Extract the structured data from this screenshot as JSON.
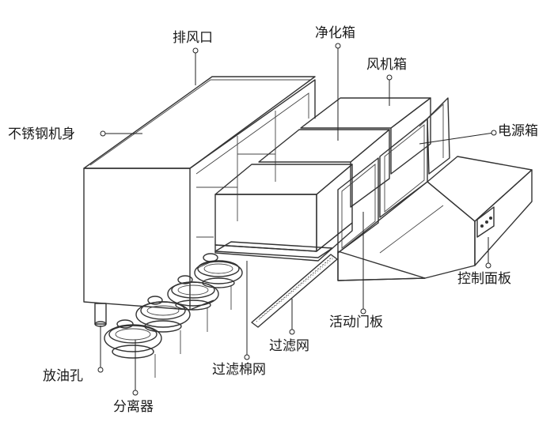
{
  "labels": {
    "exhaust_port": "排风口",
    "purify_box": "净化箱",
    "fan_box": "风机箱",
    "stainless_body": "不锈钢机身",
    "power_box": "电源箱",
    "control_panel": "控制面板",
    "movable_door": "活动门板",
    "filter_mesh": "过滤网",
    "filter_cotton": "过滤棉网",
    "drain_hole": "放油孔",
    "separator": "分离器"
  },
  "colors": {
    "fill_light": "#f2f2f2",
    "fill_mid": "#e6e6e6",
    "fill_dark": "#d9d9d9",
    "stroke": "#333333"
  }
}
